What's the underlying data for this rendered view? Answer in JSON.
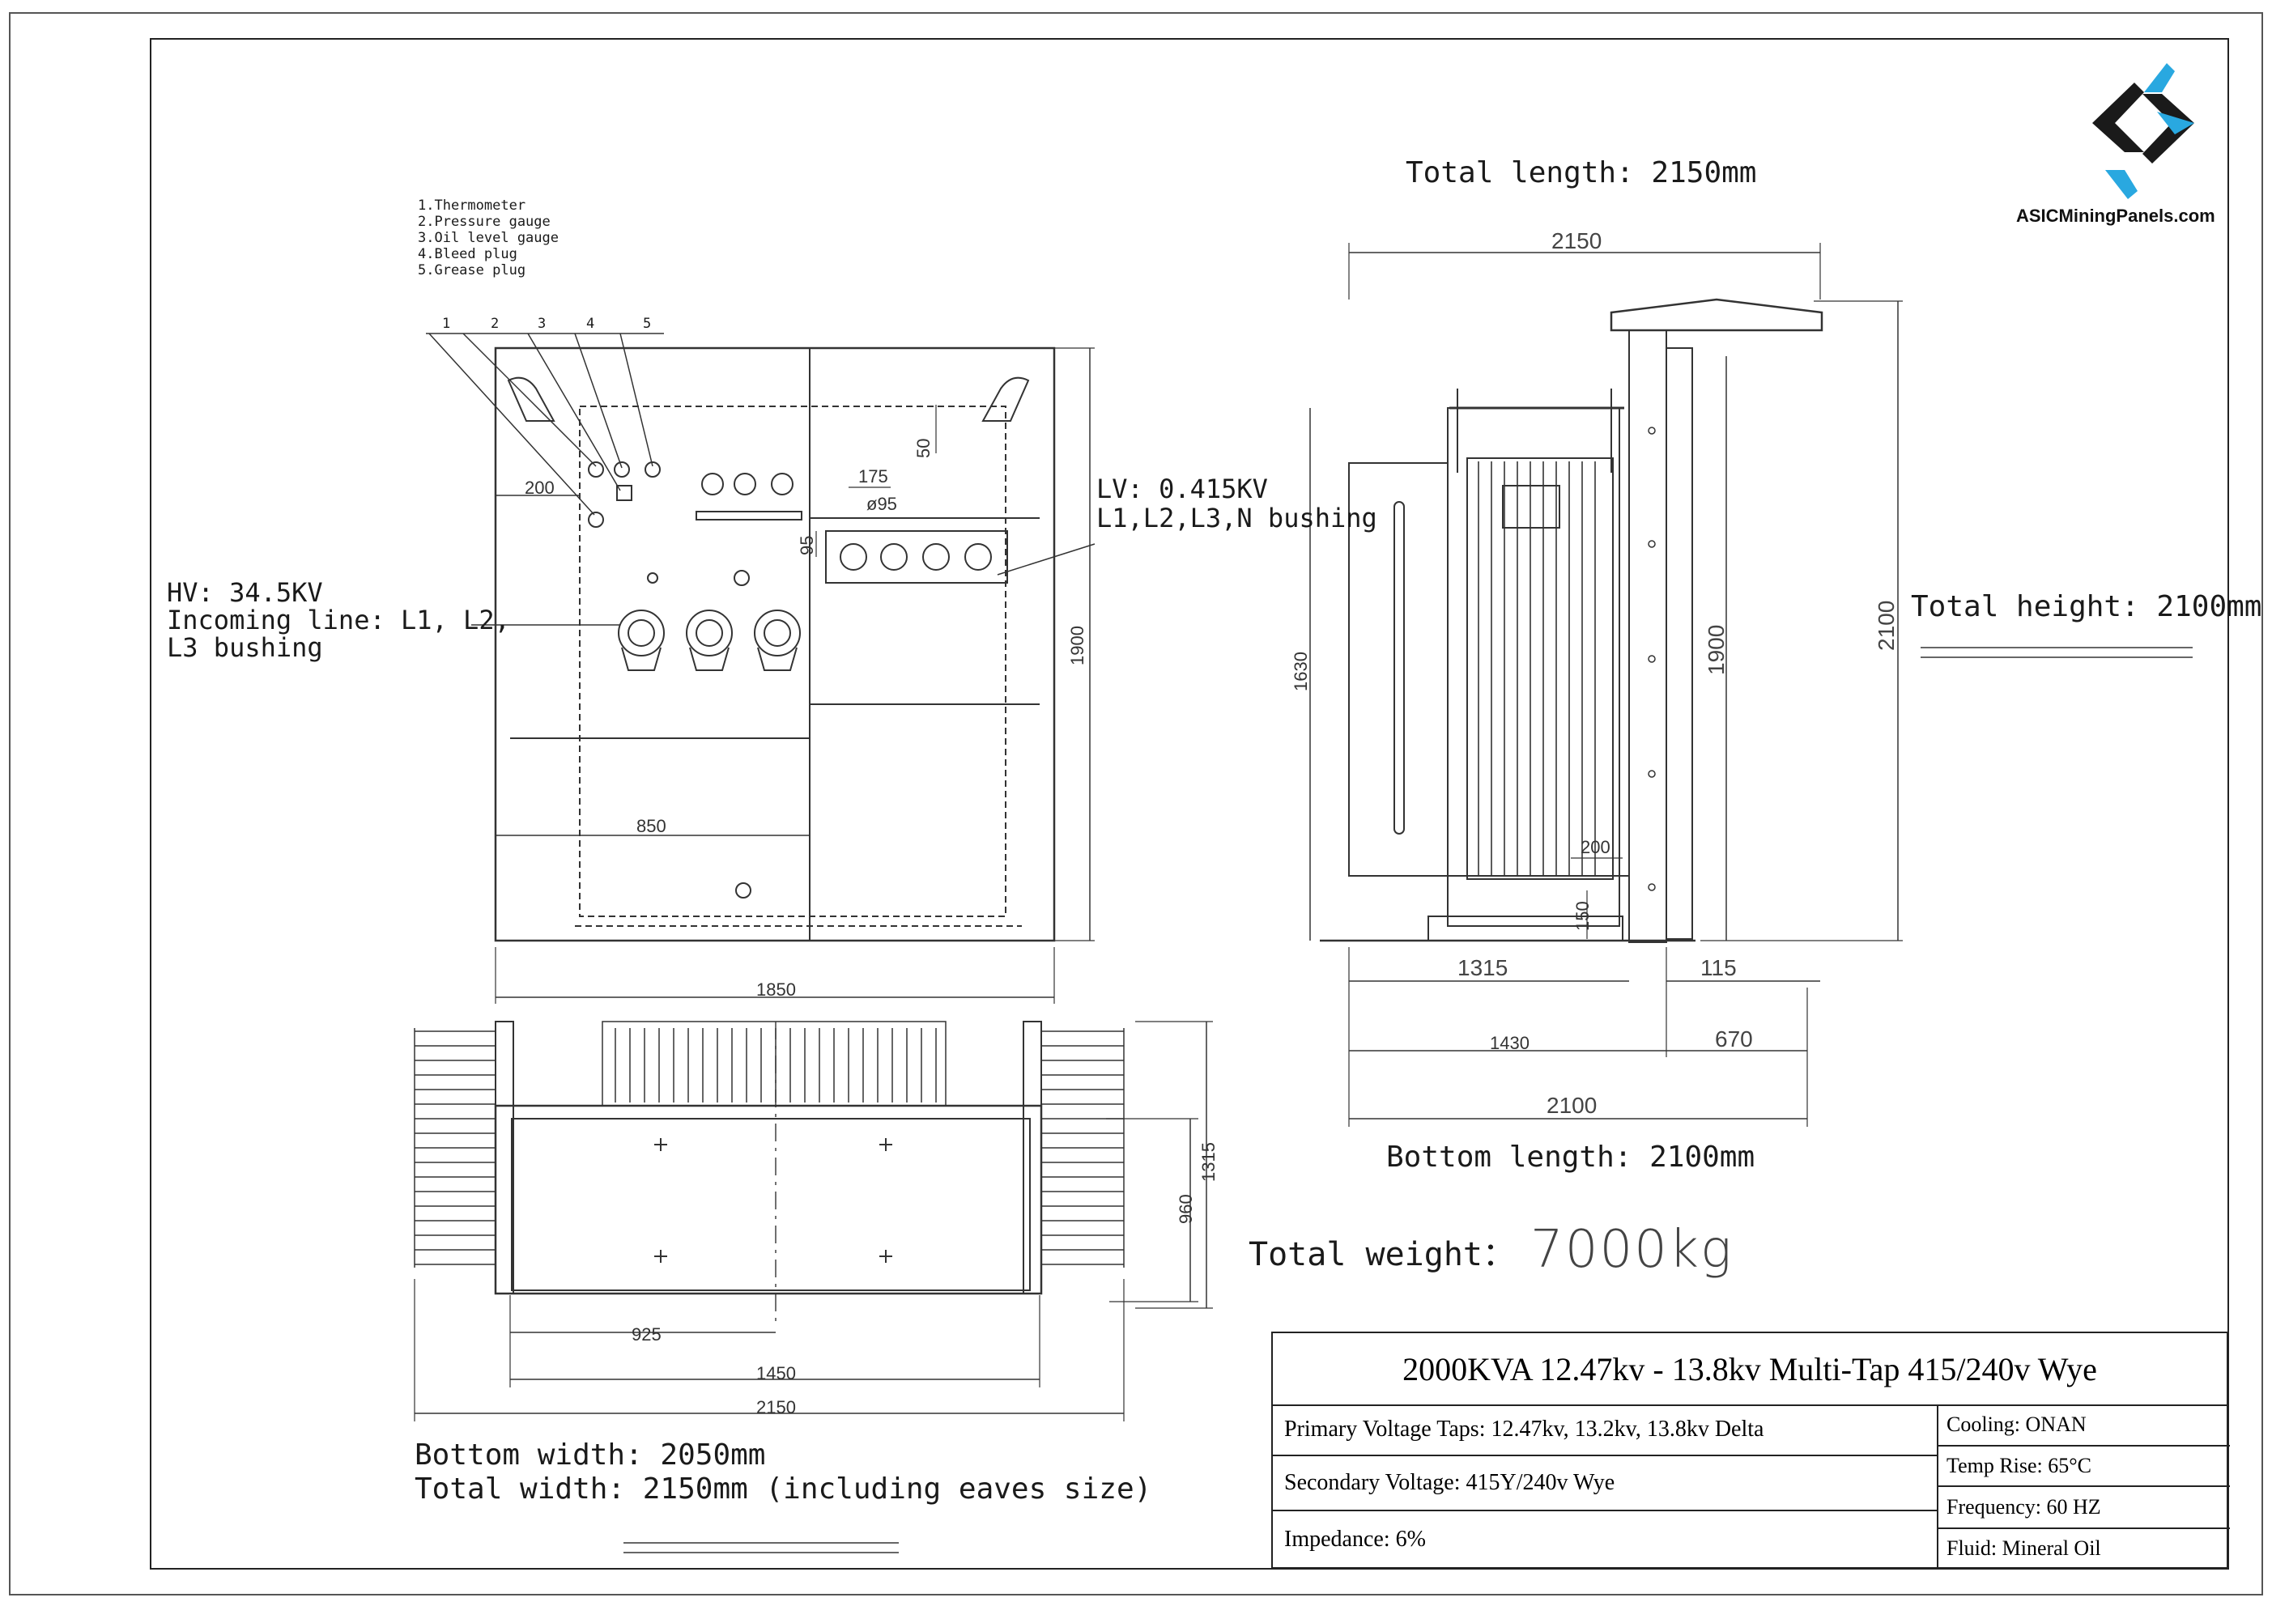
{
  "legend": {
    "items": [
      "1.Thermometer",
      "2.Pressure gauge",
      "3.Oil level gauge",
      "4.Bleed plug",
      "5.Grease plug"
    ],
    "callouts": [
      "1",
      "2",
      "3",
      "4",
      "5"
    ]
  },
  "front_view": {
    "hv_label": [
      "HV: 34.5KV",
      "Incoming line: L1, L2,",
      "L3 bushing"
    ],
    "lv_label": [
      "LV: 0.415KV",
      "L1,L2,L3,N bushing"
    ],
    "dims": {
      "d200": "200",
      "d50": "50",
      "d175": "175",
      "d95dia": "ø95",
      "d95": "95",
      "d1900": "1900",
      "d850": "850",
      "d1850": "1850"
    }
  },
  "side_view": {
    "total_length": "Total length: 2150mm",
    "total_height": "Total height: 2100mm",
    "bottom_length": "Bottom length: 2100mm",
    "dims": {
      "d2150": "2150",
      "d1630": "1630",
      "d1900": "1900",
      "d2100v": "2100",
      "d200": "200",
      "d150": "150",
      "d1315": "1315",
      "d115": "115",
      "d1430": "1430",
      "d670": "670",
      "d2100h": "2100"
    }
  },
  "plan_view": {
    "dims": {
      "d1315": "1315",
      "d960": "960",
      "d925": "925",
      "d1450": "1450",
      "d2150": "2150"
    },
    "bottom_width": "Bottom width: 2050mm",
    "total_width": "Total width: 2150mm (including eaves size)"
  },
  "weight": {
    "label": "Total weight：",
    "value": "7000kg"
  },
  "title_block": {
    "title": "2000KVA  12.47kv - 13.8kv Multi-Tap 415/240v Wye",
    "primary": "Primary Voltage Taps: 12.47kv, 13.2kv, 13.8kv Delta",
    "secondary": "Secondary Voltage: 415Y/240v Wye",
    "impedance": "Impedance: 6%",
    "cooling": "Cooling: ONAN",
    "temp_rise": "Temp Rise: 65°C",
    "frequency": "Frequency: 60 HZ",
    "fluid": "Fluid: Mineral Oil"
  },
  "logo": {
    "text": "ASICMiningPanels.com",
    "colors": {
      "dark": "#1a1a1a",
      "accent": "#29a8e0"
    }
  }
}
